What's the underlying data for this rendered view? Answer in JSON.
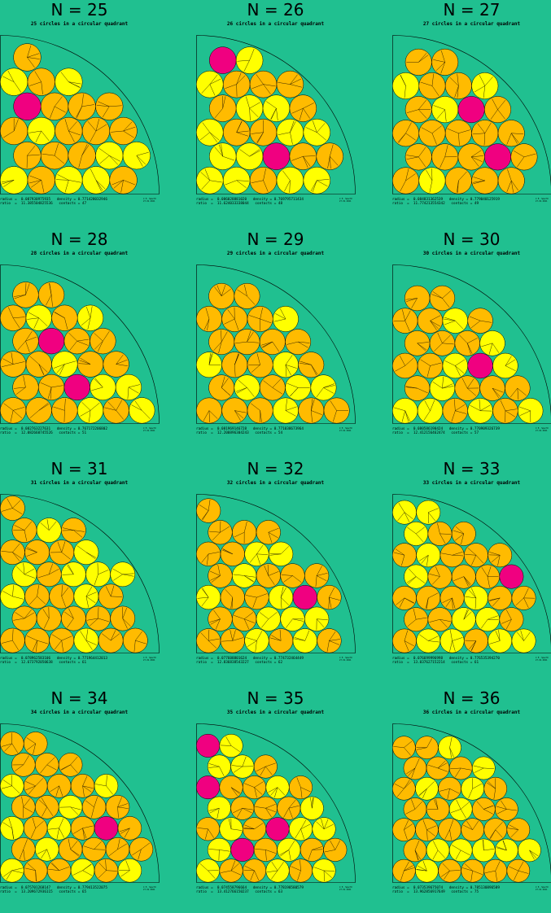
{
  "colors": {
    "background": "#20c090",
    "circle_orange": "#ffbb00",
    "circle_yellow": "#ffff00",
    "circle_magenta": "#f00080",
    "outline": "#000000"
  },
  "credit": "© E. Specht\n27.01.2021",
  "panels": [
    {
      "n": "N = 25",
      "subtitle": "25 circles in a circular quadrant",
      "radius_line": "radius =  0.087930975935   density = 0.771428032946",
      "ratio_line": "ratio  =  11.385504825536   contacts = 47"
    },
    {
      "n": "N = 26",
      "subtitle": "26 circles in a circular quadrant",
      "radius_line": "radius =  0.086028881020   density = 0.769795711434",
      "ratio_line": "ratio  =  11.624033338044   contacts = 48"
    },
    {
      "n": "N = 27",
      "subtitle": "27 circles in a circular quadrant",
      "radius_line": "radius =  0.084831362539   density = 0.779040125919",
      "ratio_line": "ratio  =  11.774213554342   contacts = 49"
    },
    {
      "n": "N = 28",
      "subtitle": "28 circles in a circular quadrant",
      "radius_line": "radius =  0.082763227631   density = 0.767172206802",
      "ratio_line": "ratio  =  12.082660745526   contacts = 51"
    },
    {
      "n": "N = 29",
      "subtitle": "29 circles in a circular quadrant",
      "radius_line": "radius =  0.081969146728   density = 0.771038673964",
      "ratio_line": "ratio  =  12.200896304243   contacts = 54"
    },
    {
      "n": "N = 30",
      "subtitle": "30 circles in a circular quadrant",
      "radius_line": "radius =  0.080586190424   density = 0.770909326739",
      "ratio_line": "ratio  =  12.412156462474   contacts = 57"
    },
    {
      "n": "N = 31",
      "subtitle": "31 circles in a circular quadrant",
      "radius_line": "radius =  0.078962583106   density = 0.771964412013",
      "ratio_line": "ratio  =  12.673792050638   contacts = 61"
    },
    {
      "n": "N = 32",
      "subtitle": "32 circles in a circular quadrant",
      "radius_line": "radius =  0.077608801624   density = 0.774732464449",
      "ratio_line": "ratio  =  12.836838543227   contacts = 62"
    },
    {
      "n": "N = 33",
      "subtitle": "33 circles in a circular quadrant",
      "radius_line": "radius =  0.076699996998   density = 0.776535394270",
      "ratio_line": "ratio  =  13.037627152214   contacts = 61"
    },
    {
      "n": "N = 34",
      "subtitle": "34 circles in a circular quadrant",
      "radius_line": "radius =  0.075701268147   density = 0.779413522075",
      "ratio_line": "ratio  =  13.209672936115   contacts = 65"
    },
    {
      "n": "N = 35",
      "subtitle": "35 circles in a circular quadrant",
      "radius_line": "radius =  0.074558796664   density = 0.778198580579",
      "ratio_line": "ratio  =  13.412766150237   contacts = 63"
    },
    {
      "n": "N = 36",
      "subtitle": "36 circles in a circular quadrant",
      "radius_line": "radius =  0.073539675074   density = 0.785130896589",
      "ratio_line": "ratio  =  13.962856917649   contacts = 75"
    }
  ]
}
